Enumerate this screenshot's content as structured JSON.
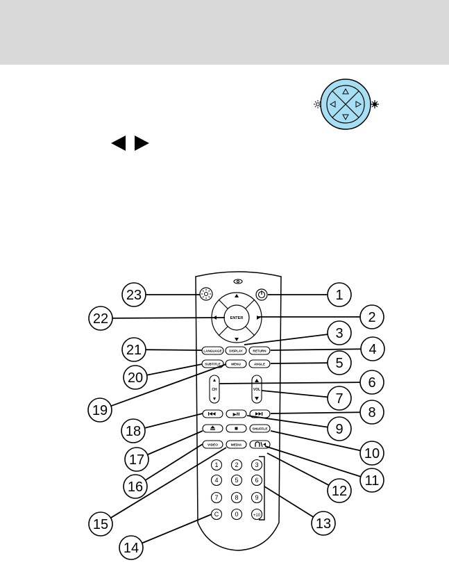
{
  "colors": {
    "header": "#d9d9d9",
    "dpad_fill": "#a6dff3",
    "ink": "#1a1a1a"
  },
  "arrows": {
    "left_icon": "left-triangle-icon",
    "right_icon": "right-triangle-icon"
  },
  "dpad": {
    "up": "up-arrow-icon",
    "down": "down-arrow-icon",
    "left": "left-arrow-icon",
    "right": "right-arrow-icon",
    "left_symbol": "dim-sun-icon",
    "right_symbol": "bright-sun-icon"
  },
  "remote_keys": {
    "enter": "ENTER",
    "language": "LANGUAGE",
    "display": "DISPLAY",
    "return": "RETURN",
    "subtitle": "SUBTITLE",
    "menu": "MENU",
    "angle": "ANGLE",
    "ch": "CH",
    "vol": "VOL",
    "play_pause": "▶/II",
    "shuffle": "SHUFFLE",
    "video": "VIDEO",
    "media": "MEDIA",
    "digits": [
      "1",
      "2",
      "3",
      "4",
      "5",
      "6",
      "7",
      "8",
      "9",
      "C",
      "0",
      "+10"
    ]
  },
  "callouts": [
    "1",
    "2",
    "3",
    "4",
    "5",
    "6",
    "7",
    "8",
    "9",
    "10",
    "11",
    "12",
    "13",
    "14",
    "15",
    "16",
    "17",
    "18",
    "19",
    "20",
    "21",
    "22",
    "23"
  ]
}
